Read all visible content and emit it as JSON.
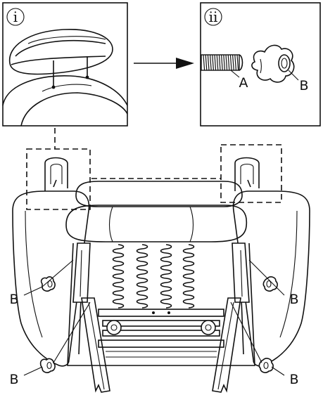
{
  "panels": {
    "panel_1": {
      "number": "i"
    },
    "panel_2": {
      "number": "ii",
      "callout_a": "A",
      "callout_b": "B"
    }
  },
  "main": {
    "callouts": [
      {
        "label": "B"
      },
      {
        "label": "B"
      },
      {
        "label": "B"
      },
      {
        "label": "B"
      }
    ]
  }
}
